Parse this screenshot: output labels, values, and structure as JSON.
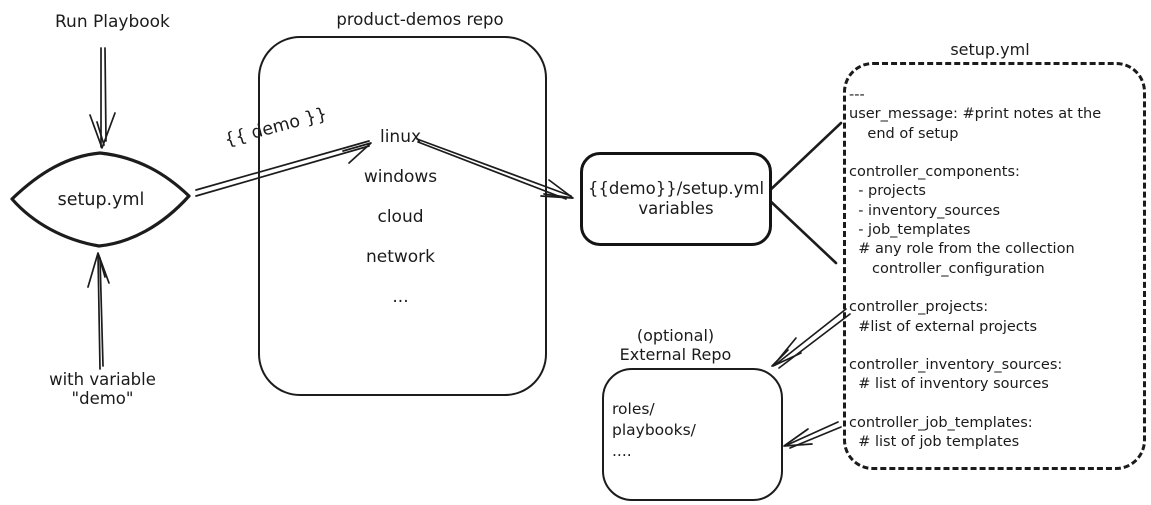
{
  "colors": {
    "ink": "#1b1b1b",
    "background": "#ffffff"
  },
  "flow_start": {
    "run_playbook_label": "Run Playbook",
    "diamond_label": "setup.yml",
    "with_variable_line1": "with variable",
    "with_variable_line2": "\"demo\""
  },
  "demo_arrow_label": "{{ demo }}",
  "repo_box": {
    "title": "product-demos repo",
    "items": [
      "linux",
      "windows",
      "cloud",
      "network",
      "..."
    ]
  },
  "variables_box": {
    "line1": "{{demo}}/setup.yml",
    "line2": "variables"
  },
  "setup_yml_box": {
    "title": "setup.yml",
    "lines": [
      "---",
      "user_message: #print notes at the",
      "    end of setup",
      "",
      "controller_components:",
      "  - projects",
      "  - inventory_sources",
      "  - job_templates",
      "  # any role from the collection",
      "     controller_configuration",
      "",
      "controller_projects:",
      "  #list of external projects",
      "",
      "controller_inventory_sources:",
      "  # list of inventory sources",
      "",
      "controller_job_templates:",
      "  # list of job templates"
    ]
  },
  "external_repo_box": {
    "title_line1": "(optional)",
    "title_line2": "External Repo",
    "lines": [
      "roles/",
      "playbooks/",
      "...."
    ]
  }
}
